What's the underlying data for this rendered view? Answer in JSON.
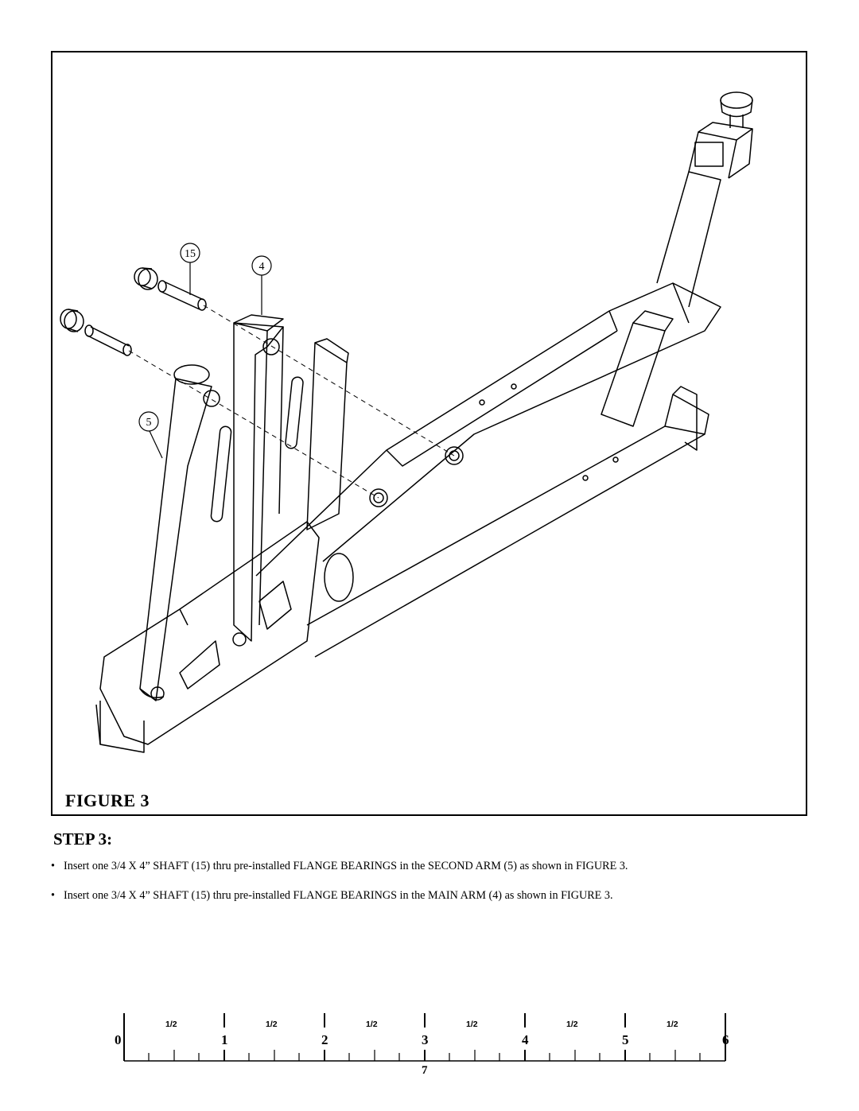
{
  "figure": {
    "caption": "FIGURE 3",
    "callouts": [
      "15",
      "4",
      "5"
    ]
  },
  "step": {
    "title": "STEP 3:",
    "bullets": [
      "Insert  one 3/4 X 4” SHAFT (15) thru pre-installed FLANGE BEARINGS in the SECOND ARM (5) as shown in FIGURE 3.",
      "Insert  one 3/4 X 4” SHAFT (15) thru pre-installed FLANGE BEARINGS in the MAIN ARM (4) as shown in FIGURE 3."
    ]
  },
  "ruler": {
    "half_labels": [
      "1/2",
      "1/2",
      "1/2",
      "1/2",
      "1/2",
      "1/2"
    ],
    "numbers": [
      "0",
      "1",
      "2",
      "3",
      "4",
      "5",
      "6"
    ],
    "page_number": "7"
  }
}
